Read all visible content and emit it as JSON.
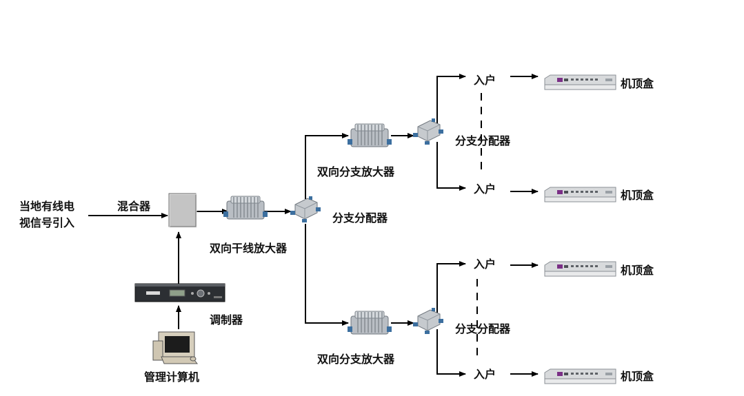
{
  "labels": {
    "signal_source": [
      "当地有线电",
      "视信号引入"
    ],
    "mixer": "混合器",
    "trunk_amplifier": "双向干线放大器",
    "splitter_main": "分支分配器",
    "modulator": "调制器",
    "mgmt_computer": "管理计算机",
    "branch_amp_upper": "双向分支放大器",
    "branch_amp_lower": "双向分支放大器",
    "splitter_upper": "分支分配器",
    "splitter_lower": "分支分配器",
    "household": "入户",
    "stb": "机顶盒"
  }
}
